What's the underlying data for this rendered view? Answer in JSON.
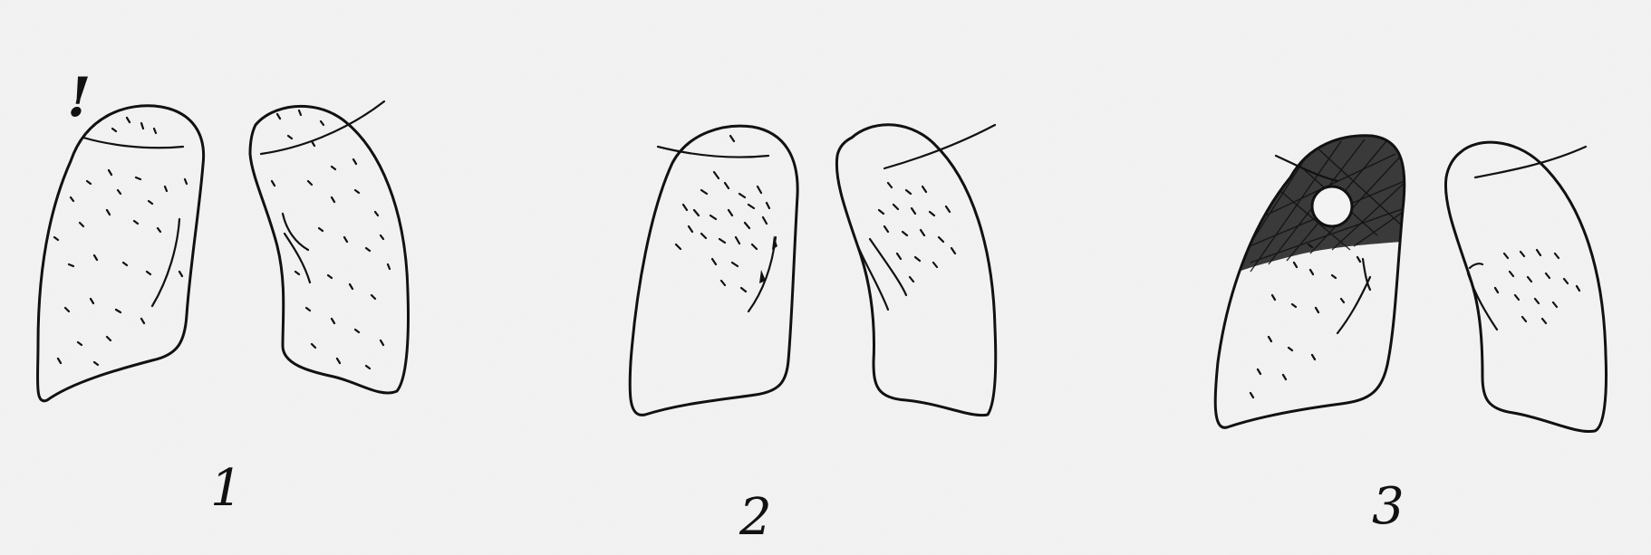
{
  "paper": {
    "background": "#f3f3f3",
    "ink": "#111111"
  },
  "panels": [
    {
      "label": "1",
      "note_mark": "!",
      "pattern": "diffuse-dissemination"
    },
    {
      "label": "2",
      "pattern": "upper-zone-infiltration"
    },
    {
      "label": "3",
      "pattern": "upper-lobe-shading-with-cavity"
    }
  ]
}
